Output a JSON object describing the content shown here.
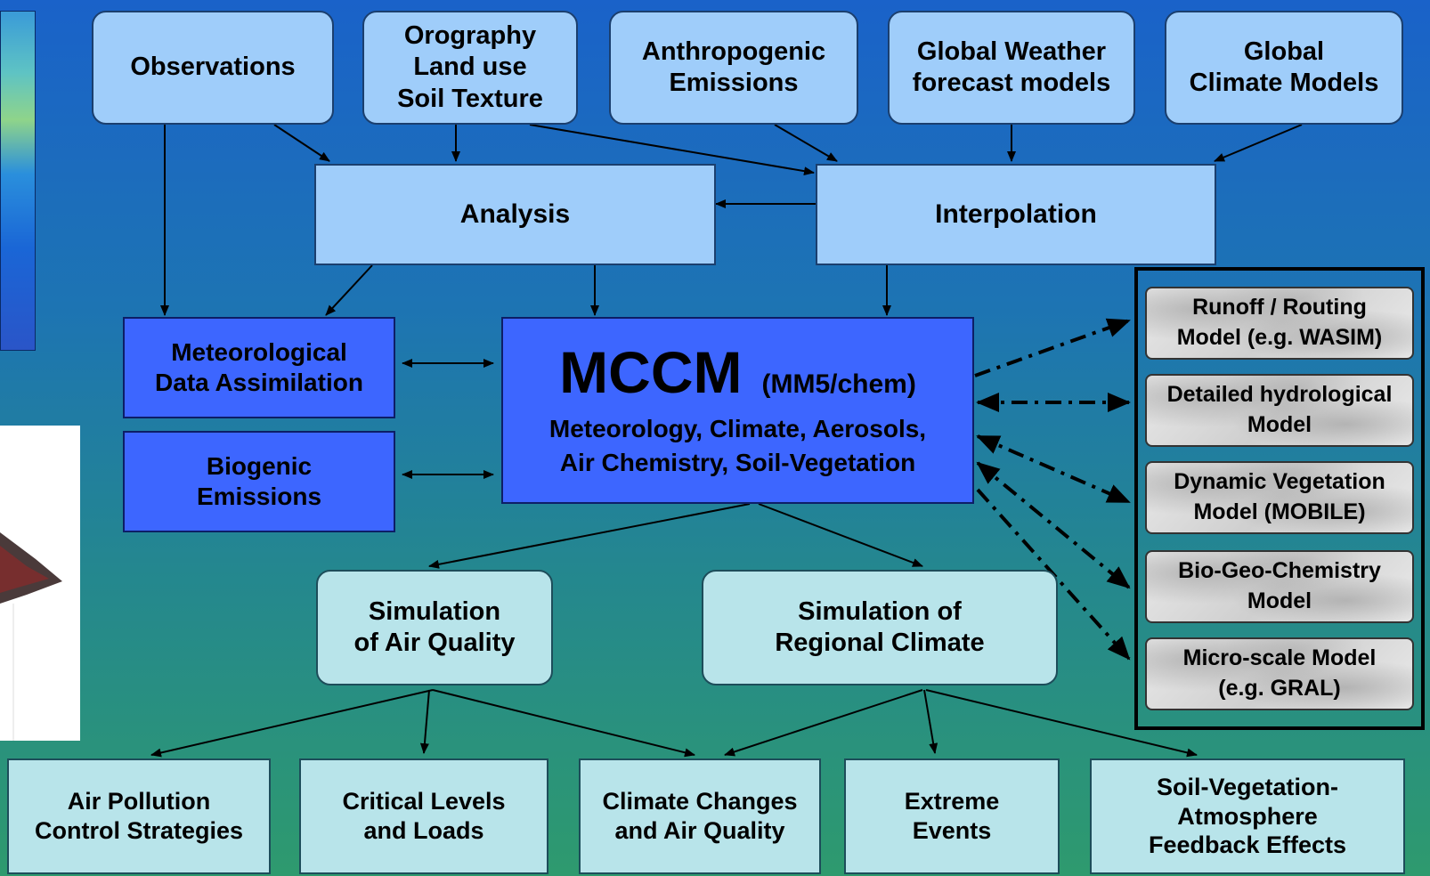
{
  "top_row": [
    {
      "id": "observations",
      "lines": [
        "Observations"
      ]
    },
    {
      "id": "orography",
      "lines": [
        "Orography",
        "Land use",
        "Soil Texture"
      ]
    },
    {
      "id": "anthropogenic",
      "lines": [
        "Anthropogenic",
        "Emissions"
      ]
    },
    {
      "id": "global-weather",
      "lines": [
        "Global Weather",
        "forecast models"
      ]
    },
    {
      "id": "global-climate",
      "lines": [
        "Global",
        "Climate Models"
      ]
    }
  ],
  "analysis": {
    "label": "Analysis"
  },
  "interpolation": {
    "label": "Interpolation"
  },
  "met_assimilation": {
    "lines": [
      "Meteorological",
      "Data Assimilation"
    ]
  },
  "biogenic": {
    "lines": [
      "Biogenic",
      "Emissions"
    ]
  },
  "mccm": {
    "title": "MCCM",
    "subtitle": "(MM5/chem)",
    "lines": [
      "Meteorology, Climate, Aerosols,",
      "Air Chemistry, Soil-Vegetation"
    ]
  },
  "side_models": [
    {
      "id": "runoff",
      "lines": [
        "Runoff / Routing",
        "Model (e.g. WASIM)"
      ]
    },
    {
      "id": "hydrological",
      "lines": [
        "Detailed hydrological",
        "Model"
      ]
    },
    {
      "id": "vegetation",
      "lines": [
        "Dynamic Vegetation",
        "Model (MOBILE)"
      ]
    },
    {
      "id": "biogeochem",
      "lines": [
        "Bio-Geo-Chemistry",
        "Model"
      ]
    },
    {
      "id": "microscale",
      "lines": [
        "Micro-scale Model",
        "(e.g. GRAL)"
      ]
    }
  ],
  "simulations": [
    {
      "id": "air-quality",
      "lines": [
        "Simulation",
        "of Air Quality"
      ]
    },
    {
      "id": "regional-climate",
      "lines": [
        "Simulation of",
        "Regional Climate"
      ]
    }
  ],
  "outputs": [
    {
      "id": "air-pollution",
      "lines": [
        "Air Pollution",
        "Control Strategies"
      ]
    },
    {
      "id": "critical-levels",
      "lines": [
        "Critical Levels",
        "and Loads"
      ]
    },
    {
      "id": "climate-changes",
      "lines": [
        "Climate Changes",
        "and Air Quality"
      ]
    },
    {
      "id": "extreme-events",
      "lines": [
        "Extreme",
        "Events"
      ]
    },
    {
      "id": "soil-vegetation",
      "lines": [
        "Soil-Vegetation-",
        "Atmosphere",
        "Feedback Effects"
      ]
    }
  ],
  "colors": {
    "top_box": "#9fcdfa",
    "blue_box": "#3d66ff",
    "sim_box": "#b8e4ea",
    "background_top": "#1a62c9",
    "background_bottom": "#2e9a6e"
  }
}
